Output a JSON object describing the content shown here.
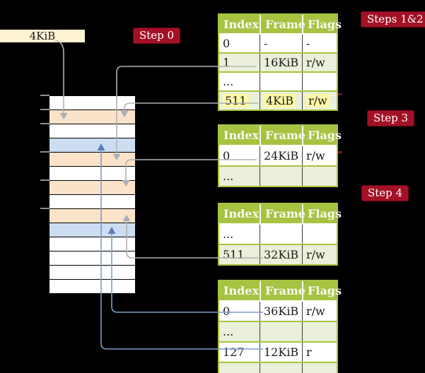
{
  "colors": {
    "background": "#000000",
    "step-label-bg": "#a31126",
    "step-label-text": "#ffffff",
    "frame-label-bg": "#fdf2d2",
    "table-header-bg": "#a6c342",
    "table-header-text": "#f8f8f0",
    "table-row-bg": "#ffffff",
    "table-row-alt-bg": "#eaf0d9",
    "cell-highlight-bg": "#fdf9a6",
    "memory-row-bg": "#ffffff",
    "page-table-row-bg": "#fbe3c9",
    "data-page-row-bg": "#cdddf1",
    "gray-arrow": "#b2b2b2",
    "gray-arrowhead": "#a9aeb8",
    "blue-arrow": "#7e9cc8",
    "blue-arrowhead": "#5b7fb5",
    "tick": "#8f8f8f"
  },
  "frame_label": "4KiB",
  "step_labels": {
    "step0": "Step 0",
    "steps12": "Steps 1&2",
    "step3": "Step 3",
    "step4": "Step 4"
  },
  "tables": [
    {
      "headers": [
        "Index",
        "Frame",
        "Flags"
      ],
      "rows": [
        [
          "0",
          "-",
          "-"
        ],
        [
          "1",
          "16KiB",
          "r/w"
        ],
        [
          "...",
          "",
          ""
        ],
        [
          "511",
          "4KiB",
          "r/w"
        ]
      ]
    },
    {
      "headers": [
        "Index",
        "Frame",
        "Flags"
      ],
      "rows": [
        [
          "0",
          "24KiB",
          "r/w"
        ],
        [
          "...",
          "",
          ""
        ]
      ]
    },
    {
      "headers": [
        "Index",
        "Frame",
        "Flags"
      ],
      "rows": [
        [
          "...",
          "",
          ""
        ],
        [
          "511",
          "32KiB",
          "r/w"
        ]
      ]
    },
    {
      "headers": [
        "Index",
        "Frame",
        "Flags"
      ],
      "rows": [
        [
          "0",
          "36KiB",
          "r/w"
        ],
        [
          "...",
          "",
          ""
        ],
        [
          "127",
          "12KiB",
          "r"
        ],
        [
          "...",
          "",
          ""
        ]
      ]
    }
  ],
  "memory": {
    "rows": [
      "plain",
      "page-table",
      "plain",
      "data-page",
      "page-table",
      "plain",
      "page-table",
      "plain",
      "page-table",
      "data-page",
      "plain",
      "plain",
      "plain",
      "plain"
    ]
  },
  "arrows": [
    {
      "from": "frame-size-label 4KiB",
      "to": "memory page at 4KiB (row 2)",
      "style": "gray"
    },
    {
      "from": "page-table-0 entry 1 (frame 16KiB)",
      "to": "memory page at 16KiB (row 5)",
      "style": "gray"
    },
    {
      "from": "page-table-0 entry 511 (frame 4KiB, self-reference)",
      "to": "memory page at 4KiB (row 2)",
      "style": "gray"
    },
    {
      "from": "page-table-1 entry 0 (frame 24KiB)",
      "to": "memory page at 24KiB (row 7)",
      "style": "gray"
    },
    {
      "from": "page-table-2 entry 511 (frame 32KiB)",
      "to": "memory page at 32KiB (row 9)",
      "style": "gray"
    },
    {
      "from": "page-table-3 entry 0 (frame 36KiB)",
      "to": "memory page at 36KiB (row 10)",
      "style": "blue"
    },
    {
      "from": "page-table-3 entry 127 (frame 12KiB)",
      "to": "memory page at 12KiB (row 4)",
      "style": "blue"
    }
  ]
}
